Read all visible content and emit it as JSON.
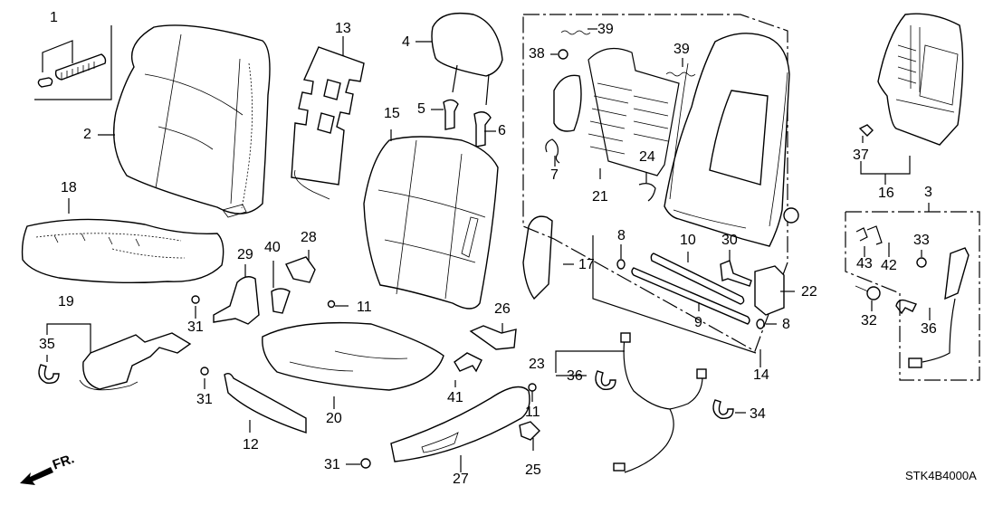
{
  "diagram": {
    "title": "Front Seat Components (Driver Side) Exploded Parts Diagram",
    "diagram_code": "STK4B4000A",
    "direction_indicator": "FR.",
    "callouts": [
      {
        "id": "c1",
        "number": "1"
      },
      {
        "id": "c2",
        "number": "2"
      },
      {
        "id": "c3",
        "number": "3"
      },
      {
        "id": "c4",
        "number": "4"
      },
      {
        "id": "c5",
        "number": "5"
      },
      {
        "id": "c6",
        "number": "6"
      },
      {
        "id": "c7",
        "number": "7"
      },
      {
        "id": "c8a",
        "number": "8"
      },
      {
        "id": "c8b",
        "number": "8"
      },
      {
        "id": "c9",
        "number": "9"
      },
      {
        "id": "c10",
        "number": "10"
      },
      {
        "id": "c11a",
        "number": "11"
      },
      {
        "id": "c11b",
        "number": "11"
      },
      {
        "id": "c12",
        "number": "12"
      },
      {
        "id": "c13",
        "number": "13"
      },
      {
        "id": "c14",
        "number": "14"
      },
      {
        "id": "c15",
        "number": "15"
      },
      {
        "id": "c16",
        "number": "16"
      },
      {
        "id": "c17",
        "number": "17"
      },
      {
        "id": "c18",
        "number": "18"
      },
      {
        "id": "c19",
        "number": "19"
      },
      {
        "id": "c20",
        "number": "20"
      },
      {
        "id": "c21",
        "number": "21"
      },
      {
        "id": "c22",
        "number": "22"
      },
      {
        "id": "c23",
        "number": "23"
      },
      {
        "id": "c24",
        "number": "24"
      },
      {
        "id": "c25",
        "number": "25"
      },
      {
        "id": "c26",
        "number": "26"
      },
      {
        "id": "c27",
        "number": "27"
      },
      {
        "id": "c28",
        "number": "28"
      },
      {
        "id": "c29",
        "number": "29"
      },
      {
        "id": "c30",
        "number": "30"
      },
      {
        "id": "c31a",
        "number": "31"
      },
      {
        "id": "c31b",
        "number": "31"
      },
      {
        "id": "c31c",
        "number": "31"
      },
      {
        "id": "c32",
        "number": "32"
      },
      {
        "id": "c33",
        "number": "33"
      },
      {
        "id": "c34",
        "number": "34"
      },
      {
        "id": "c35",
        "number": "35"
      },
      {
        "id": "c36a",
        "number": "36"
      },
      {
        "id": "c36b",
        "number": "36"
      },
      {
        "id": "c37",
        "number": "37"
      },
      {
        "id": "c38",
        "number": "38"
      },
      {
        "id": "c39a",
        "number": "39"
      },
      {
        "id": "c39b",
        "number": "39"
      },
      {
        "id": "c40",
        "number": "40"
      },
      {
        "id": "c41",
        "number": "41"
      },
      {
        "id": "c42",
        "number": "42"
      },
      {
        "id": "c43",
        "number": "43"
      }
    ]
  }
}
